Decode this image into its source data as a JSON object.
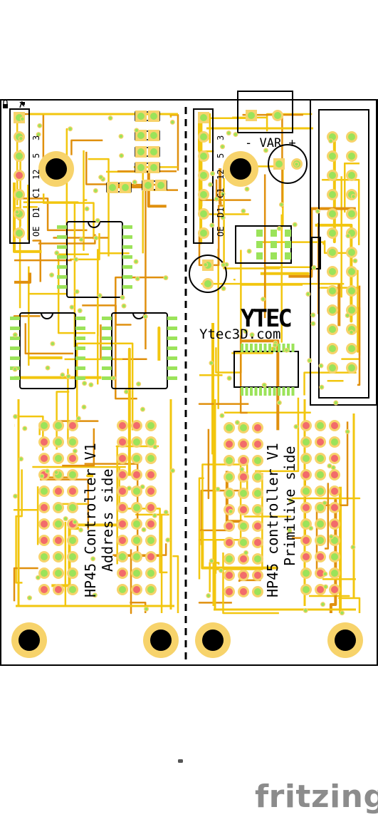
{
  "app": {
    "brand": "fritzing"
  },
  "board": {
    "left": {
      "title_line1": "HP45 Controller V1",
      "title_line2": "Address side",
      "header_labels": [
        "3",
        "5",
        "12",
        "C1",
        "D1",
        "OE"
      ]
    },
    "right": {
      "title_line1": "HP45 controller V1",
      "title_line2": "Primitive side",
      "header_labels": [
        "3",
        "5",
        "12",
        "C1",
        "D1",
        "OE"
      ],
      "var_label": "- VAR +",
      "logo_text": "YTEC",
      "website": "Ytec3D.com"
    }
  },
  "colors": {
    "trace_top": "#f2c60f",
    "trace_bottom": "#e0900e",
    "pad_copper": "#f7d36b",
    "pad_green": "#9be35a",
    "pad_red": "#f26b6b",
    "hole": "#000000",
    "outline": "#000000",
    "brand_gray": "#8c8c8c"
  },
  "icons": [
    "lock-icon",
    "pin-icon",
    "small-part-icon"
  ]
}
